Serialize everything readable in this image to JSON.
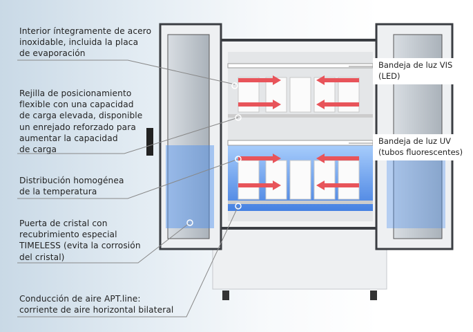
{
  "callouts_left": [
    {
      "lines": [
        "Interior íntegramente de acero",
        "inoxidable, incluida la placa",
        "de evaporación"
      ]
    },
    {
      "lines": [
        "Rejilla de posicionamiento",
        "flexible con una capacidad",
        "de carga elevada, disponible",
        "un enrejado reforzado para",
        "aumentar la capacidad",
        "de carga"
      ]
    },
    {
      "lines": [
        "Distribución homogénea",
        "de la temperatura"
      ]
    },
    {
      "lines": [
        "Puerta de cristal con",
        "recubrimiento especial",
        "TIMELESS (evita la corrosión",
        "del cristal)"
      ]
    },
    {
      "lines": [
        "Conducción de aire APT.line:",
        "corriente de aire horizontal bilateral"
      ]
    }
  ],
  "callouts_right": [
    {
      "lines": [
        "Bandeja de luz VIS",
        "(LED)"
      ]
    },
    {
      "lines": [
        "Bandeja de luz UV",
        "(tubos fluorescentes)"
      ]
    }
  ],
  "colors": {
    "arrow": "#e8545a",
    "uv_glow": "#3f8ff0",
    "frame": "#3a3d42"
  }
}
